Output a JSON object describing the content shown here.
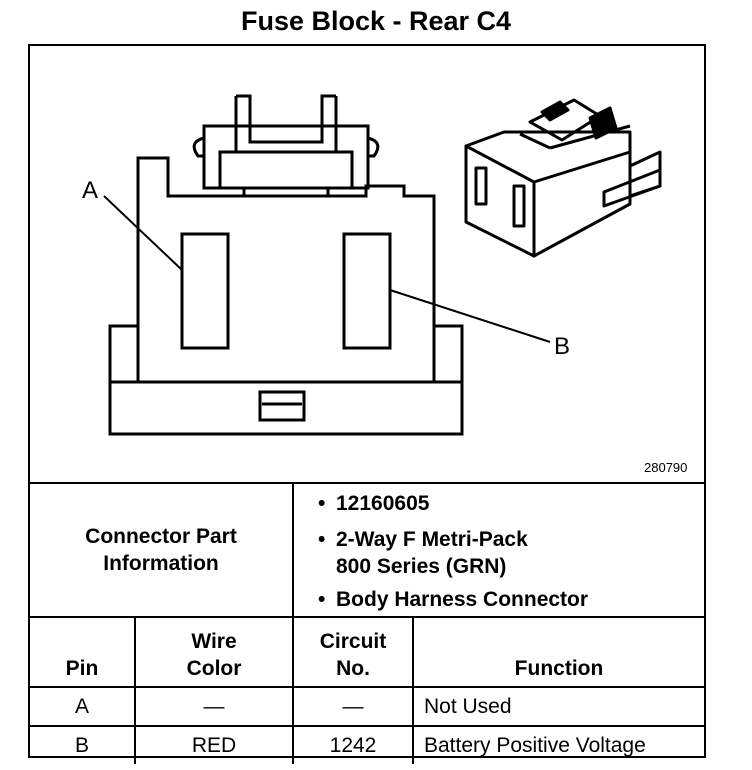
{
  "title": "Fuse Block - Rear C4",
  "figure_number": "280790",
  "callouts": {
    "a": "A",
    "b": "B"
  },
  "connector_info": {
    "label_line1": "Connector Part",
    "label_line2": "Information",
    "bullets": [
      "12160605",
      "2-Way F Metri-Pack",
      "800 Series (GRN)",
      "Body Harness Connector"
    ]
  },
  "table": {
    "headers": {
      "pin": "Pin",
      "wire_color_line1": "Wire",
      "wire_color_line2": "Color",
      "circuit_line1": "Circuit",
      "circuit_line2": "No.",
      "function": "Function"
    },
    "rows": [
      {
        "pin": "A",
        "wire_color": "—",
        "circuit": "—",
        "function": "Not Used"
      },
      {
        "pin": "B",
        "wire_color": "RED",
        "circuit": "1242",
        "function": "Battery Positive Voltage"
      }
    ]
  }
}
